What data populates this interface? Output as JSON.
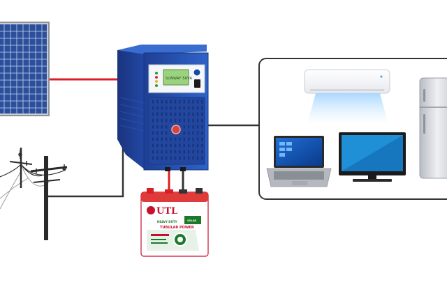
{
  "inverter": {
    "lcd_text": "SUNWAY 5KVA",
    "indicator_colors": [
      "#2e9a36",
      "#d43131",
      "#e8b820",
      "#2e9a36"
    ]
  },
  "battery": {
    "brand": "UTL",
    "line1": "HEAVY DUTY",
    "line2": "TUBULAR POWER",
    "badge": "SOLAR"
  },
  "colors": {
    "panel": "#2c4f9c",
    "inverter": "#2254b8",
    "dc_wire": "#d81f26",
    "ac_wire": "#333333",
    "battery_case": "#ffffff"
  }
}
